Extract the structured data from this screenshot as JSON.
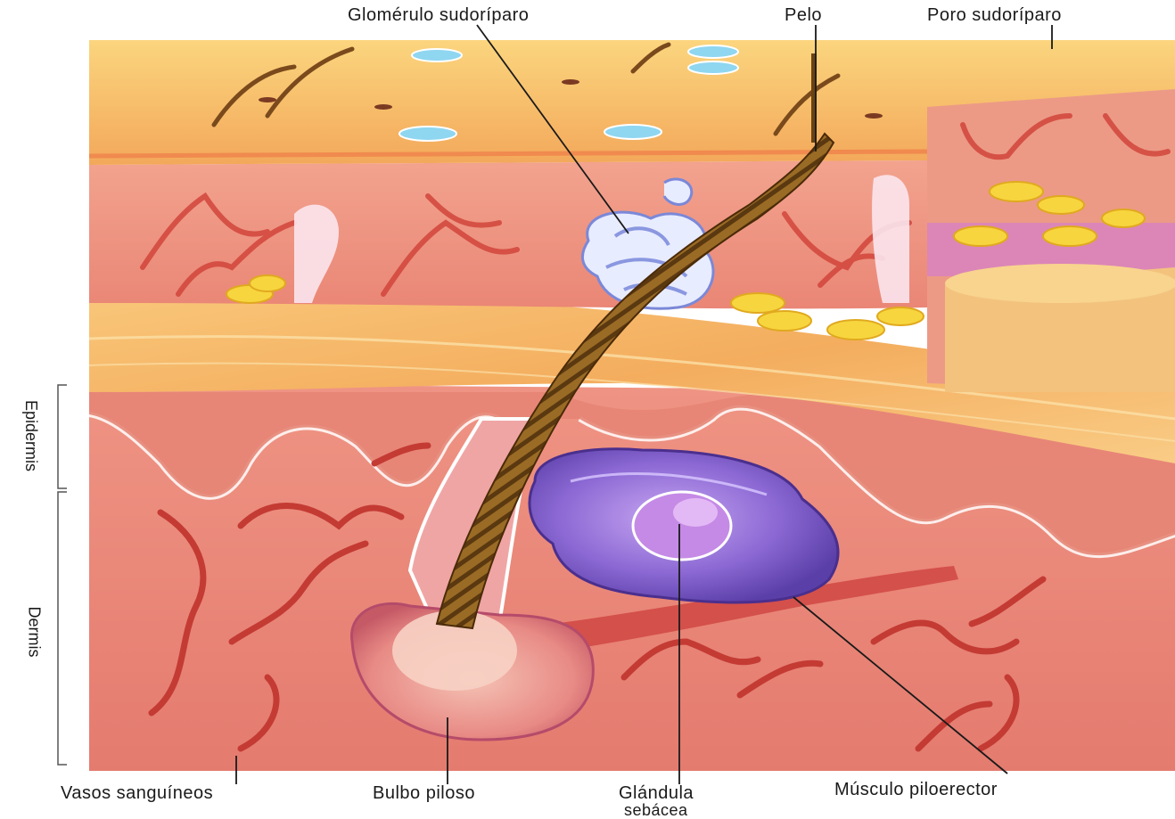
{
  "labels": {
    "glomerulo": "Glomérulo sudoríparo",
    "pelo": "Pelo",
    "poro": "Poro sudoríparo",
    "vasos": "Vasos sanguíneos",
    "bulbo": "Bulbo piloso",
    "glandula_line1": "Glándula",
    "glandula_line2": "sebácea",
    "musculo": "Músculo piloerector"
  },
  "side_labels": {
    "upper": "Epidermis",
    "lower": "Dermis"
  },
  "colors": {
    "epidermis_top": "#f7c46a",
    "epidermis_band": "#f6b25a",
    "dermis": "#ef8f82",
    "dermis_dark": "#e07265",
    "vessel": "#c53a33",
    "fat": "#f6d23c",
    "sebaceous": "#7b5cc6",
    "hair": "#8a5a1a",
    "sweat_gland": "#e8ecff"
  }
}
